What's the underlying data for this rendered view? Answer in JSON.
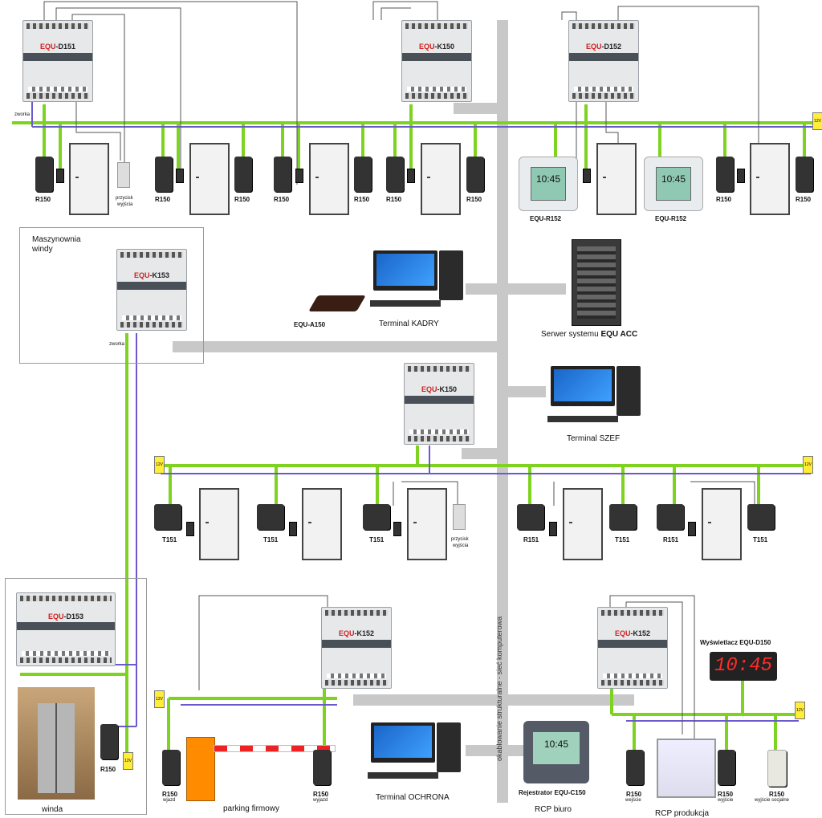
{
  "colors": {
    "bus": "#7ed321",
    "power": "#6a5acd",
    "network": "#c8c8c8",
    "wire": "#555555",
    "region_border": "#9a9a9a"
  },
  "controllers": {
    "d151": {
      "brand": "EQU",
      "model": "D151"
    },
    "k150_top": {
      "brand": "EQU",
      "model": "K150"
    },
    "d152": {
      "brand": "EQU",
      "model": "D152"
    },
    "k153": {
      "brand": "EQU",
      "model": "K153"
    },
    "k150_mid": {
      "brand": "EQU",
      "model": "K150"
    },
    "d153": {
      "brand": "EQU",
      "model": "D153"
    },
    "k152_left": {
      "brand": "EQU",
      "model": "K152"
    },
    "k152_right": {
      "brand": "EQU",
      "model": "K152"
    }
  },
  "labels": {
    "r150": "R150",
    "t151": "T151",
    "r151": "R151",
    "exit_button_line1": "przycisk",
    "exit_button_line2": "wyjścia",
    "zworka": "zworka",
    "edu_r152": "EQU-R152",
    "edu_a150": "EQU-A150",
    "terminal_kadry": "Terminal KADRY",
    "server_prefix": "Serwer systemu",
    "server_name": "EQU ACC",
    "terminal_szef": "Terminal SZEF",
    "machine_room_line1": "Maszynownia",
    "machine_room_line2": "windy",
    "network_vertical": "okablowanie strukturalne - sieć komputerowa",
    "display_prefix": "Wyświetlacz",
    "display_model": "EQU-D150",
    "display_time": "10:45",
    "panel_time": "10:45",
    "register_prefix": "Rejestrator",
    "register_model": "EQU-C150",
    "rcp_office": "RCP biuro",
    "terminal_ochrona": "Terminal OCHRONA",
    "parking": "parking firmowy",
    "entry": "wjazd",
    "exit_drive": "wyjazd",
    "elevator": "winda",
    "exit_work": "wejście",
    "exit_out": "wyjście",
    "exit_social": "wyjście socjalne",
    "rcp_production": "RCP produkcja",
    "bus_power": "12V"
  }
}
